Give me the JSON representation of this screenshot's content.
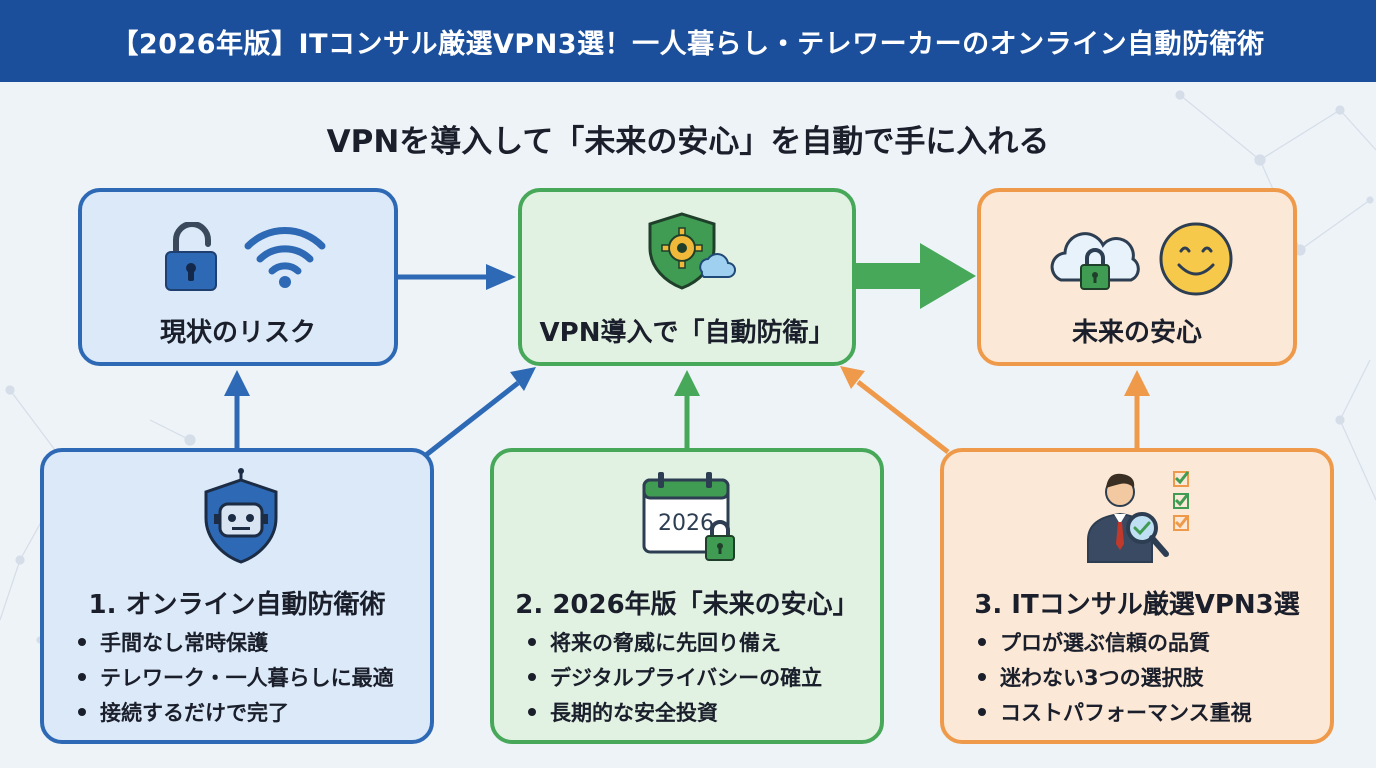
{
  "header": {
    "title": "【2026年版】ITコンサル厳選VPN3選！一人暮らし・テレワーカーのオンライン自動防衛術"
  },
  "subtitle": "VPNを導入して「未来の安心」を自動で手に入れる",
  "top_boxes": {
    "risk": {
      "title": "現状のリスク"
    },
    "vpn": {
      "title": "VPN導入で「自動防衛」"
    },
    "future": {
      "title": "未来の安心"
    }
  },
  "bottom_boxes": {
    "b1": {
      "title": "1. オンライン自動防衛術",
      "items": [
        "手間なし常時保護",
        "テレワーク・一人暮らしに最適",
        "接続するだけで完了"
      ]
    },
    "b2": {
      "title": "2. 2026年版「未来の安心」",
      "calendar_year": "2026",
      "items": [
        "将来の脅威に先回り備え",
        "デジタルプライバシーの確立",
        "長期的な安全投資"
      ]
    },
    "b3": {
      "title": "3. ITコンサル厳選VPN3選",
      "items": [
        "プロが選ぶ信頼の品質",
        "迷わない3つの選択肢",
        "コストパフォーマンス重視"
      ]
    }
  },
  "colors": {
    "header_bg": "#1b4f9c",
    "blue": "#2d69b4",
    "green": "#47a85a",
    "orange": "#ee9a4a"
  },
  "icons": {
    "risk": [
      "open-padlock-icon",
      "wifi-icon"
    ],
    "vpn": [
      "shield-gear-cloud-icon"
    ],
    "future": [
      "cloud-lock-icon",
      "smiley-face-icon"
    ],
    "b1": "robot-shield-icon",
    "b2": "calendar-lock-icon",
    "b3": "consultant-checklist-icon"
  }
}
